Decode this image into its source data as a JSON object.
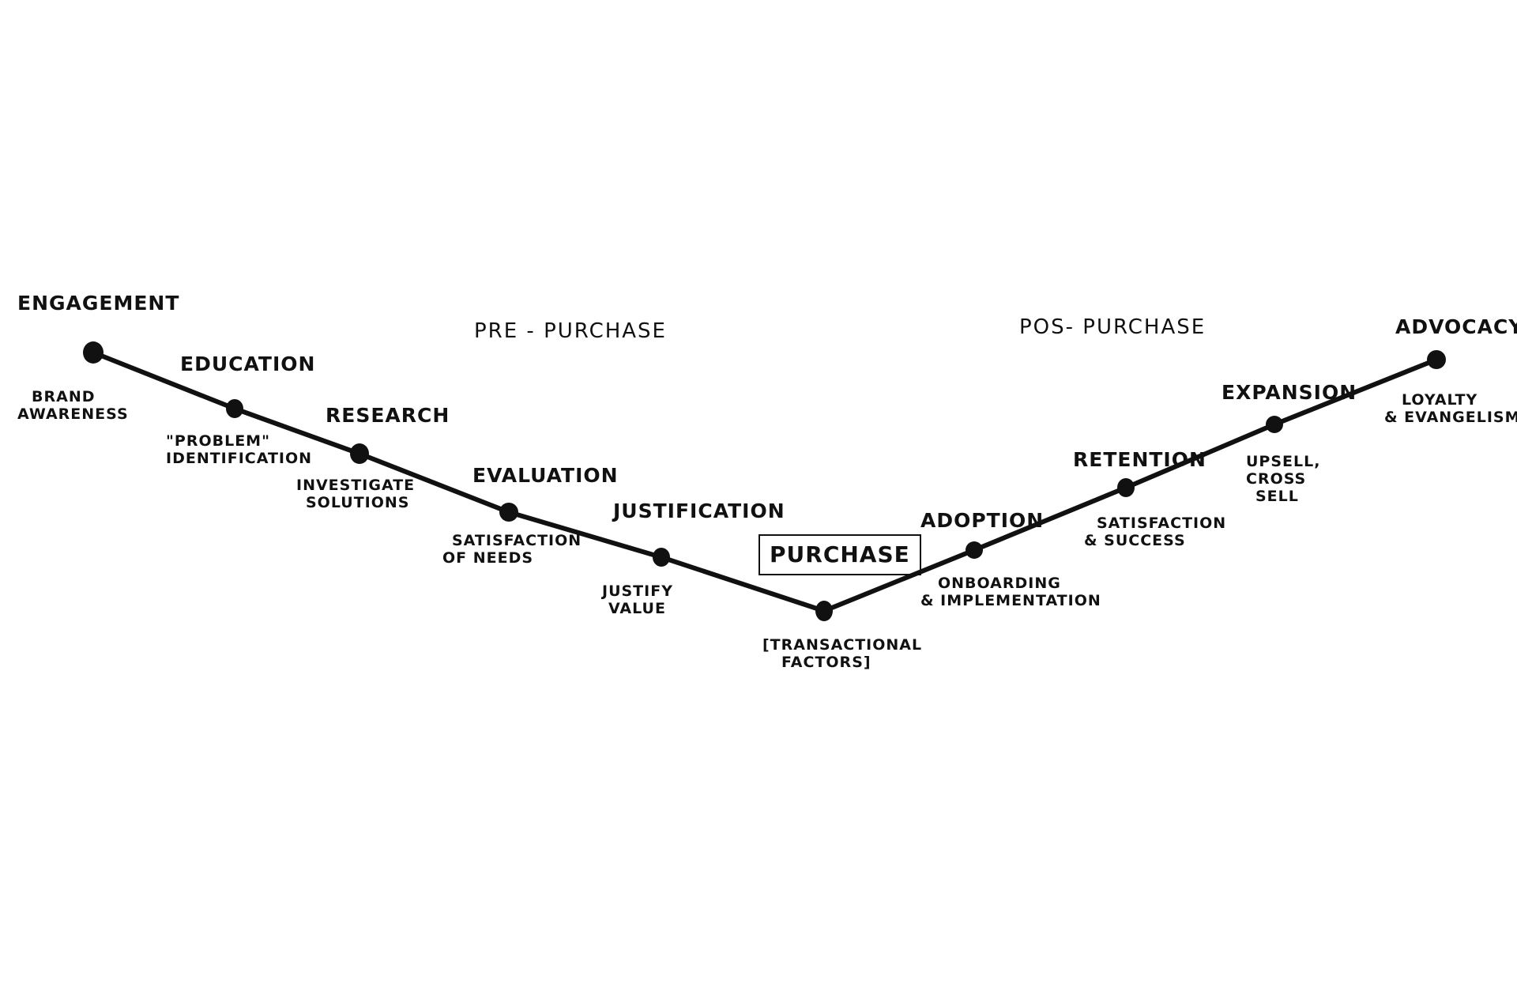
{
  "phases": {
    "pre": "PRE - PURCHASE",
    "post": "POS- PURCHASE"
  },
  "stages": [
    {
      "name": "ENGAGEMENT",
      "desc": [
        "BRAND",
        "AWARENESS"
      ]
    },
    {
      "name": "EDUCATION",
      "desc": [
        "\"PROBLEM\"",
        "IDENTIFICATION"
      ]
    },
    {
      "name": "RESEARCH",
      "desc": [
        "INVESTIGATE",
        "SOLUTIONS"
      ]
    },
    {
      "name": "EVALUATION",
      "desc": [
        "SATISFACTION",
        "OF NEEDS"
      ]
    },
    {
      "name": "JUSTIFICATION",
      "desc": [
        "JUSTIFY",
        "VALUE"
      ]
    },
    {
      "name": "PURCHASE",
      "desc": [
        "[TRANSACTIONAL",
        "FACTORS]"
      ]
    },
    {
      "name": "ADOPTION",
      "desc": [
        "ONBOARDING",
        "& IMPLEMENTATION"
      ]
    },
    {
      "name": "RETENTION",
      "desc": [
        "SATISFACTION",
        "& SUCCESS"
      ]
    },
    {
      "name": "EXPANSION",
      "desc": [
        "UPSELL,",
        "CROSS",
        "SELL"
      ]
    },
    {
      "name": "ADVOCACY",
      "desc": [
        "LOYALTY",
        "& EVANGELISM"
      ]
    }
  ],
  "colors": {
    "ink": "#111111",
    "background": "#ffffff"
  }
}
